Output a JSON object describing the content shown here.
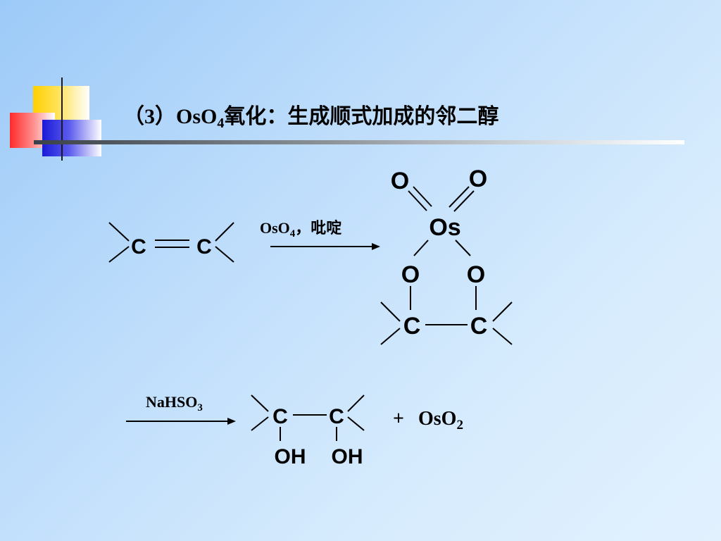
{
  "title": {
    "prefix": "（3）OsO",
    "sub": "4",
    "suffix": "氧化：生成顺式加成的邻二醇"
  },
  "diagram": {
    "reactant": {
      "atom_c": "C"
    },
    "step1": {
      "reagent_main": "OsO",
      "reagent_sub": "4",
      "reagent_rest": "，吡啶"
    },
    "osmate": {
      "atom_o": "O",
      "atom_os": "Os",
      "atom_c": "C"
    },
    "step2": {
      "reagent_main": "NaHSO",
      "reagent_sub": "3"
    },
    "product": {
      "atom_c": "C",
      "group_oh": "OH"
    },
    "byproduct": {
      "plus": "+",
      "main": "OsO",
      "sub": "2"
    }
  }
}
